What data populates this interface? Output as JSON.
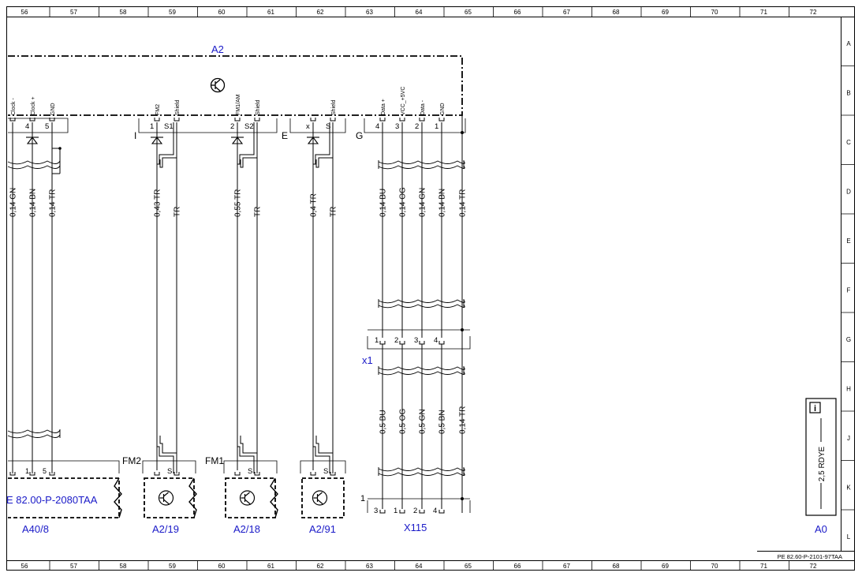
{
  "grid": {
    "columns": [
      "56",
      "57",
      "58",
      "59",
      "60",
      "61",
      "62",
      "63",
      "64",
      "65",
      "66",
      "67",
      "68",
      "69",
      "70",
      "71",
      "72"
    ],
    "rows": [
      "A",
      "B",
      "C",
      "D",
      "E",
      "F",
      "G",
      "H",
      "J",
      "K",
      "L"
    ]
  },
  "drawing_number": "PE 82.60-P-2101-97TAA",
  "modules": {
    "A2": "A2",
    "A40_8": "A40/8",
    "A2_19": "A2/19",
    "A2_18": "A2/18",
    "A2_91": "A2/91",
    "X115": "X115",
    "A0": "A0"
  },
  "connector_labels": {
    "I": "I",
    "E": "E",
    "G": "G",
    "x1": "x1",
    "FM2": "FM2",
    "FM1": "FM1",
    "one": "1"
  },
  "reference": "E 82.00-P-2080TAA",
  "a2_pins": [
    {
      "name": "Clock -",
      "num": ""
    },
    {
      "name": "Clock +",
      "num": "4"
    },
    {
      "name": "GND",
      "num": "5"
    },
    {
      "name": "FM2",
      "num": "1"
    },
    {
      "name": "Shield",
      "num": "S1"
    },
    {
      "name": "FM1/AM",
      "num": "2"
    },
    {
      "name": "Shield",
      "num": "S2"
    },
    {
      "name": "",
      "num": "x"
    },
    {
      "name": "Shield",
      "num": "S"
    },
    {
      "name": "Data +",
      "num": "4"
    },
    {
      "name": "VCC_+5VC",
      "num": "3"
    },
    {
      "name": "Data -",
      "num": "2"
    },
    {
      "name": "GND",
      "num": "1"
    }
  ],
  "upper_wires": [
    "0,14 GN",
    "0,14 BN",
    "0,14 TR",
    "0,43 TR",
    "TR",
    "0,55 TR",
    "TR",
    "0,4 TR",
    "TR",
    "0,14 BU",
    "0,14 OG",
    "0,14 GN",
    "0,14 BN",
    "0,14 TR"
  ],
  "lower_wires": [
    "0,5 BU",
    "0,5 OG",
    "0,5 GN",
    "0,5 BN",
    "0,14 TR"
  ],
  "x1_pins": [
    "1",
    "2",
    "3",
    "4"
  ],
  "x115_pins": [
    "3",
    "1",
    "2",
    "4"
  ],
  "a40_pins": [
    "1",
    "5"
  ],
  "s_pin": "S",
  "ground_wire": "2,5 RDYE",
  "info_icon": "i"
}
